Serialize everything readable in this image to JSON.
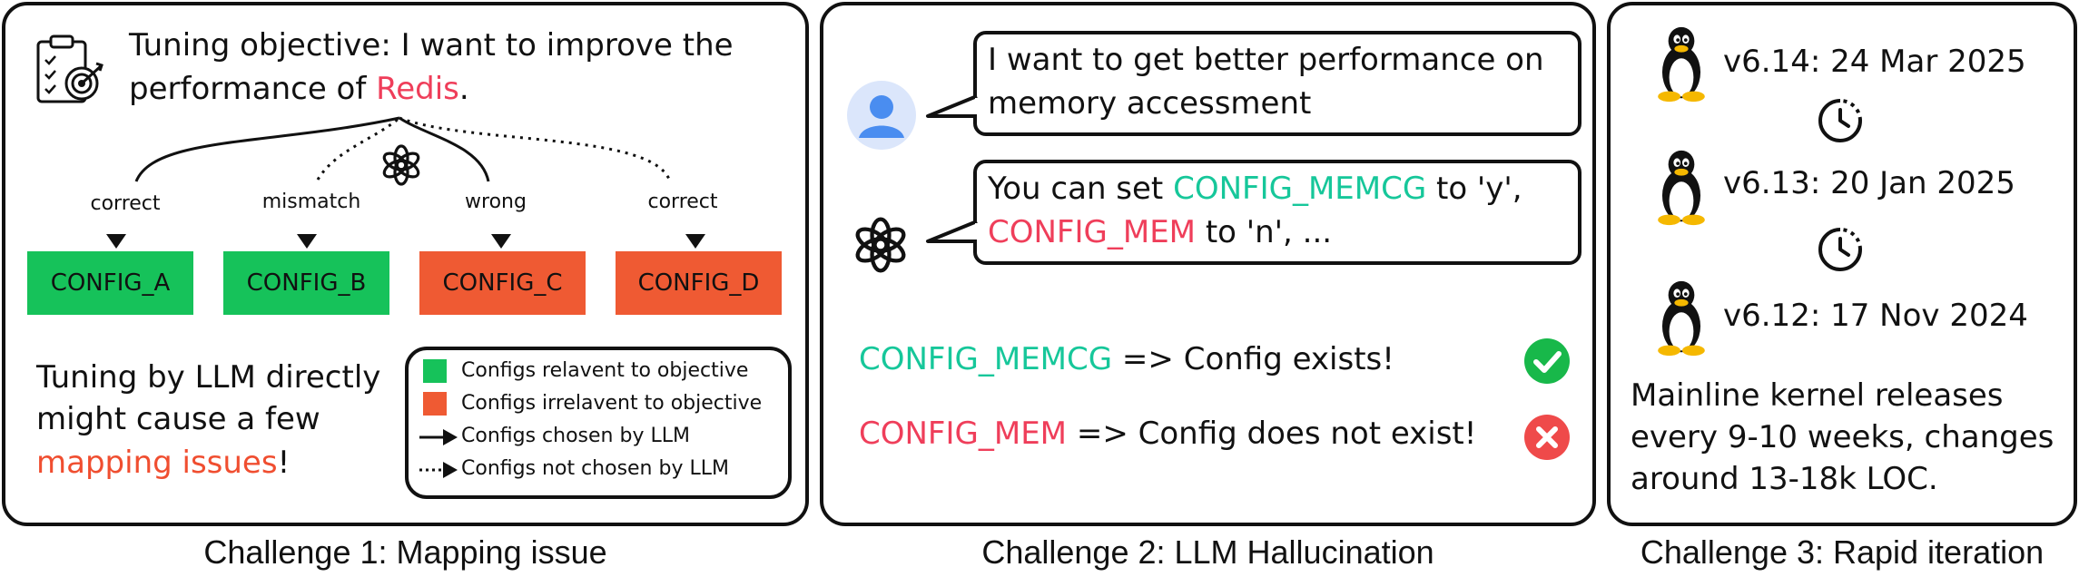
{
  "colors": {
    "relevant": "#16c25a",
    "irrelevant": "#ef5a33",
    "highlight_red": "#ef3e5a",
    "highlight_green": "#16c79a",
    "check_green": "#18b84a",
    "cross_red": "#ef4a4a"
  },
  "panel1": {
    "objective_line1": "Tuning objective: I want to improve the",
    "objective_line2_prefix": "performance of ",
    "objective_highlight": "Redis",
    "objective_suffix": ".",
    "labels": [
      "correct",
      "mismatch",
      "wrong",
      "correct"
    ],
    "configs": [
      "CONFIG_A",
      "CONFIG_B",
      "CONFIG_C",
      "CONFIG_D"
    ],
    "note_line1": "Tuning by LLM directly",
    "note_line2": "might cause a few",
    "note_highlight": "mapping issues",
    "note_suffix": "!",
    "legend": {
      "relevant": "Configs relavent to objective",
      "irrelevant": "Configs irrelavent to objective",
      "chosen": "Configs chosen by LLM",
      "not_chosen": "Configs not chosen by LLM"
    },
    "icons": [
      "clipboard-target-icon",
      "llm-logo-icon"
    ]
  },
  "panel2": {
    "user_line1": "I want to get better performance on",
    "user_line2": "memory accessment",
    "bot_line1_prefix": "You can set ",
    "bot_line1_hl": "CONFIG_MEMCG",
    "bot_line1_suffix": " to 'y',",
    "bot_line2_hl": "CONFIG_MEM",
    "bot_line2_suffix": " to 'n', ...",
    "result1_hl": "CONFIG_MEMCG",
    "result1_text": " => Config exists!",
    "result2_hl": "CONFIG_MEM",
    "result2_text": " => Config does not exist!",
    "icons": [
      "user-avatar-icon",
      "llm-logo-icon",
      "check-icon",
      "cross-icon"
    ]
  },
  "panel3": {
    "releases": [
      "v6.14: 24 Mar 2025",
      "v6.13: 20 Jan 2025",
      "v6.12: 17 Nov 2024"
    ],
    "note_line1": "Mainline kernel releases",
    "note_line2": "every 9-10 weeks, changes",
    "note_line3": "around 13-18k LOC.",
    "icons": [
      "tux-penguin-icon",
      "clock-icon"
    ]
  },
  "captions": {
    "c1": "Challenge 1: Mapping issue",
    "c2": "Challenge 2: LLM Hallucination",
    "c3": "Challenge 3: Rapid iteration"
  }
}
